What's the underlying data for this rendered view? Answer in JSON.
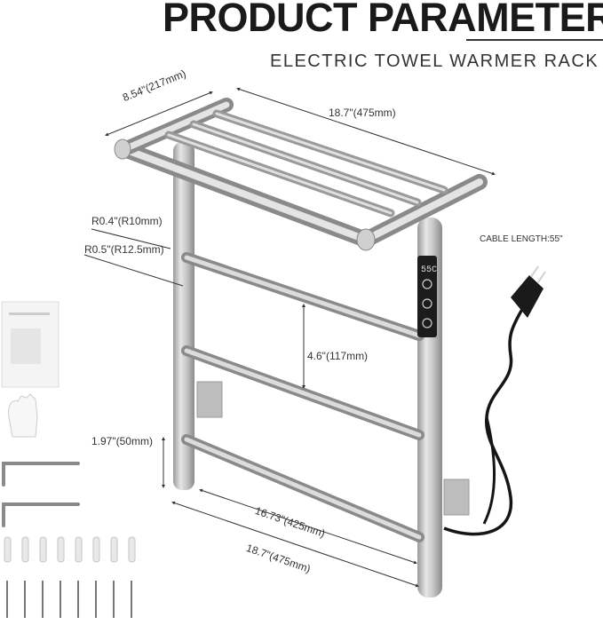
{
  "header": {
    "title": "PRODUCT PARAMETER",
    "subtitle": "ELECTRIC TOWEL WARMER RACK"
  },
  "dimensions": {
    "shelf_depth": "8.54\"(217mm)",
    "shelf_width": "18.7\"(475mm)",
    "cable_length": "CABLE LENGTH:55\"",
    "radius_small": "R0.4\"(R10mm)",
    "radius_large": "R0.5\"(R12.5mm)",
    "bar_spacing": "4.6\"(117mm)",
    "bottom_gap": "1.97\"(50mm)",
    "inner_width": "16.73\"(425mm)",
    "outer_width": "18.7\"(475mm)"
  },
  "control_panel": {
    "display": "55C",
    "buttons": [
      "timer-icon",
      "heat-icon",
      "power-icon"
    ]
  },
  "accessories": [
    "manual",
    "gloves",
    "hex-keys",
    "wall-anchors",
    "screws"
  ],
  "colors": {
    "steel": "#c9c9c9",
    "steel_dark": "#8e8e8e",
    "panel": "#1c1c1c",
    "cable": "#151515"
  }
}
